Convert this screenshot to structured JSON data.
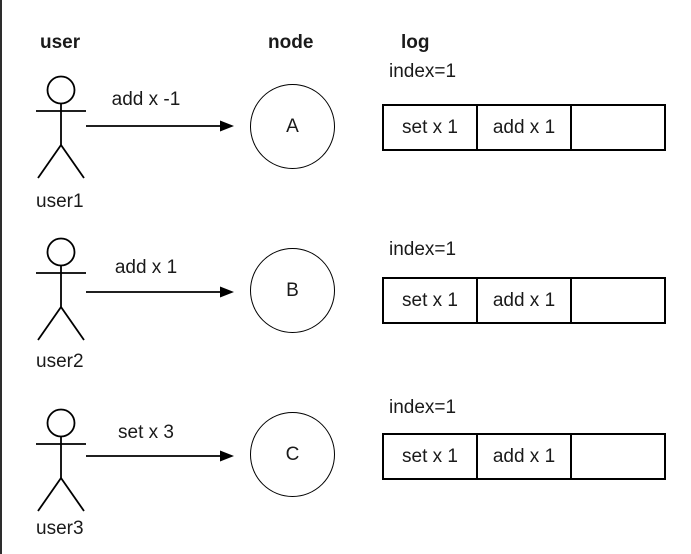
{
  "headers": {
    "user": "user",
    "node": "node",
    "log": "log"
  },
  "rows": [
    {
      "user_label": "user1",
      "message": "add x -1",
      "node_label": "A",
      "log_index": "index=1",
      "log_cells": [
        "set x 1",
        "add x 1",
        ""
      ]
    },
    {
      "user_label": "user2",
      "message": "add x 1",
      "node_label": "B",
      "log_index": "index=1",
      "log_cells": [
        "set x 1",
        "add x 1",
        ""
      ]
    },
    {
      "user_label": "user3",
      "message": "set x 3",
      "node_label": "C",
      "log_index": "index=1",
      "log_cells": [
        "set x 1",
        "add x 1",
        ""
      ]
    }
  ],
  "colors": {
    "stroke": "#000000",
    "text": "#1a1a1a",
    "background": "#ffffff",
    "page_edge": "#2d2d2d"
  }
}
